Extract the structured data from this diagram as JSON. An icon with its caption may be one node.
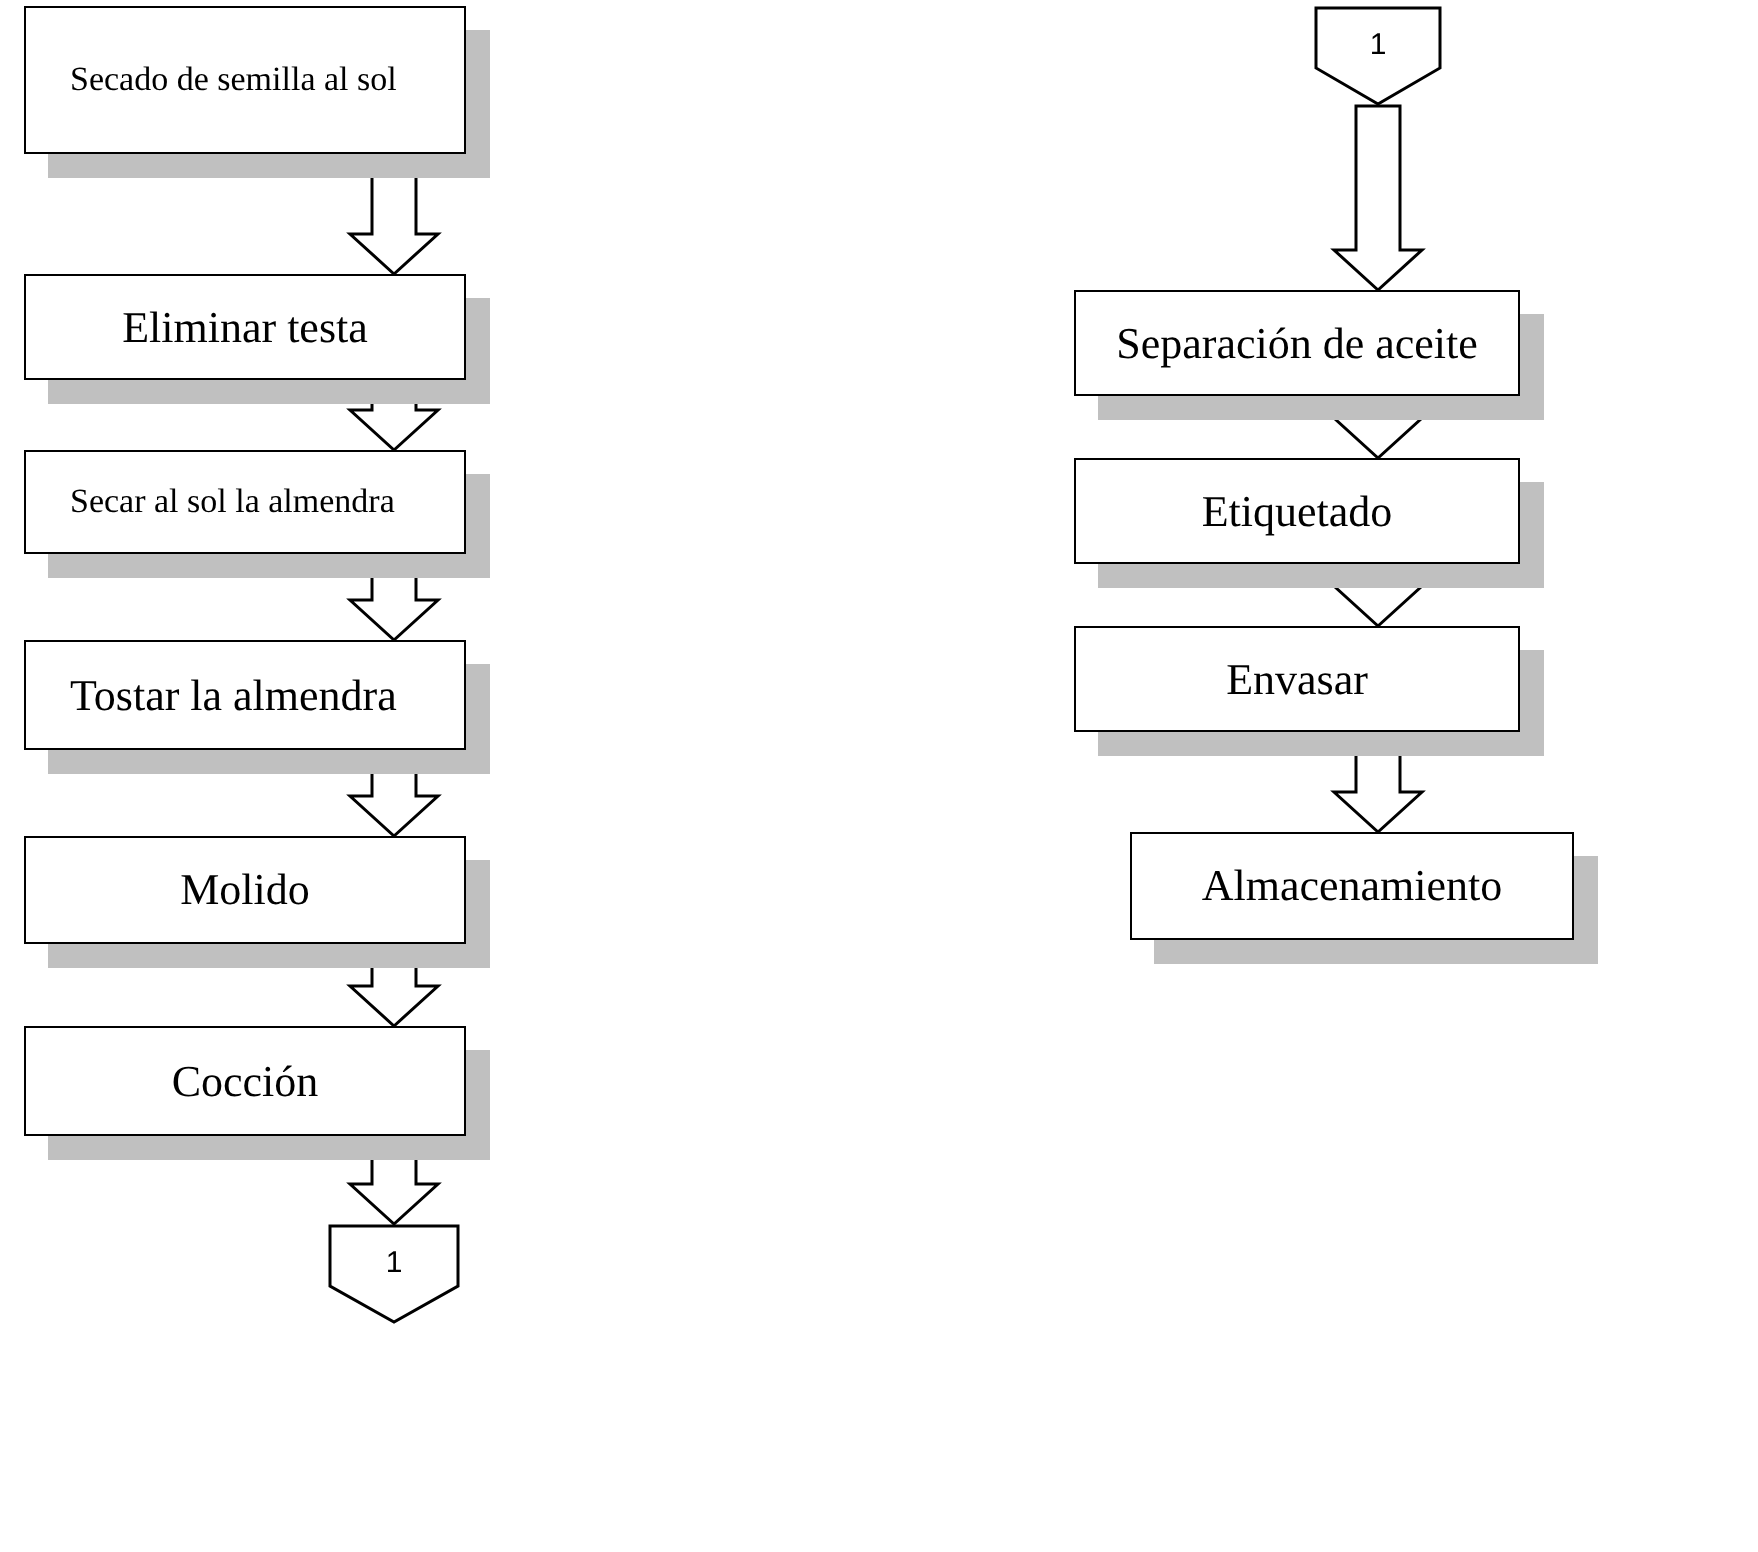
{
  "diagram": {
    "nodes": [
      {
        "text": [
          "Secado de semilla al sol"
        ]
      },
      {
        "text": [
          "Eliminar testa"
        ]
      },
      {
        "text": [
          "Secar al sol la almendra"
        ]
      },
      {
        "text": [
          "Tostar la almendra"
        ]
      },
      {
        "text": [
          "Molido"
        ]
      },
      {
        "text": [
          "Cocción"
        ]
      },
      {
        "text": [
          "1"
        ]
      },
      {
        "text": [
          "1"
        ]
      },
      {
        "text": [
          "Separación de aceite"
        ]
      },
      {
        "text": [
          "Etiquetado"
        ]
      },
      {
        "text": [
          "Envasar"
        ]
      },
      {
        "text": [
          "Almacenamiento"
        ]
      }
    ],
    "edges": [
      {
        "from": 0,
        "to": 1,
        "arrow": "to"
      },
      {
        "from": 1,
        "to": 2,
        "arrow": "to"
      },
      {
        "from": 2,
        "to": 3,
        "arrow": "to"
      },
      {
        "from": 3,
        "to": 4,
        "arrow": "to"
      },
      {
        "from": 4,
        "to": 5,
        "arrow": "to"
      },
      {
        "from": 5,
        "to": 6,
        "arrow": "to"
      },
      {
        "from": 7,
        "to": 8,
        "arrow": "to"
      },
      {
        "from": 8,
        "to": 9,
        "arrow": "to"
      },
      {
        "from": 9,
        "to": 10,
        "arrow": "to"
      },
      {
        "from": 10,
        "to": 11,
        "arrow": "to"
      }
    ]
  }
}
